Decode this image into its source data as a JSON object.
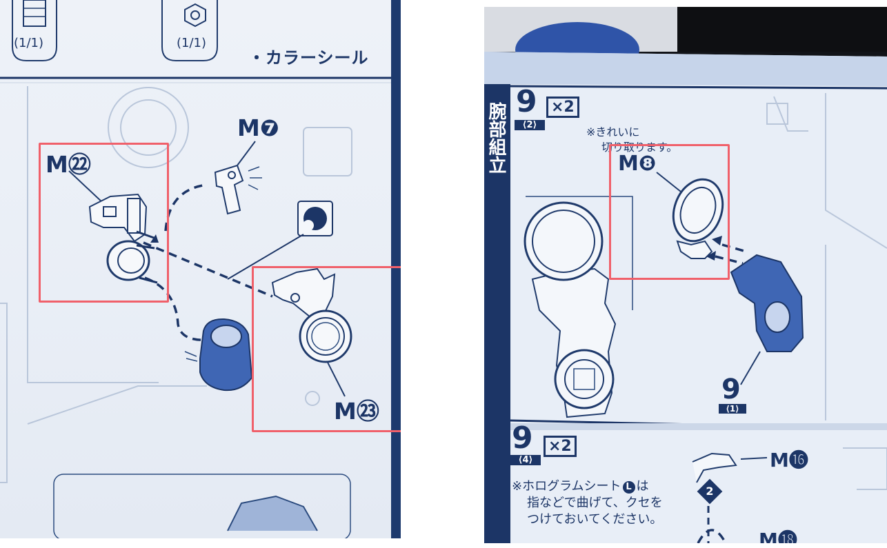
{
  "left_photo": {
    "count_labels": [
      "(1/1)",
      "(1/1)"
    ],
    "color_seal_label": "・カラーシール",
    "part_labels": {
      "m7": "M❼",
      "m22": "M㉒",
      "m23": "M㉓"
    }
  },
  "right_photo": {
    "section_title": "腕部組立",
    "step_top": {
      "number": "9",
      "sub": "⟨2⟩",
      "multiplier": "×2"
    },
    "note_top_line1": "※きれいに",
    "note_top_line2": "切り取ります。",
    "part_labels": {
      "m8": "M❽",
      "m16": "M⓰",
      "m18": "M⓲"
    },
    "step_mid": {
      "number": "9",
      "sub": "⟨1⟩"
    },
    "step_bottom": {
      "number": "9",
      "sub": "⟨4⟩",
      "multiplier": "×2"
    },
    "order_marker": "2",
    "hologram_note_line1": "※ホログラムシート",
    "hologram_note_badge": "L",
    "hologram_note_line1b": "は",
    "hologram_note_line2": "指などで曲げて、クセを",
    "hologram_note_line3": "つけておいてください。"
  },
  "colors": {
    "highlight_box": "#f0606a",
    "manual_ink": "#1c3566",
    "part_blue": "#3f66b4"
  }
}
